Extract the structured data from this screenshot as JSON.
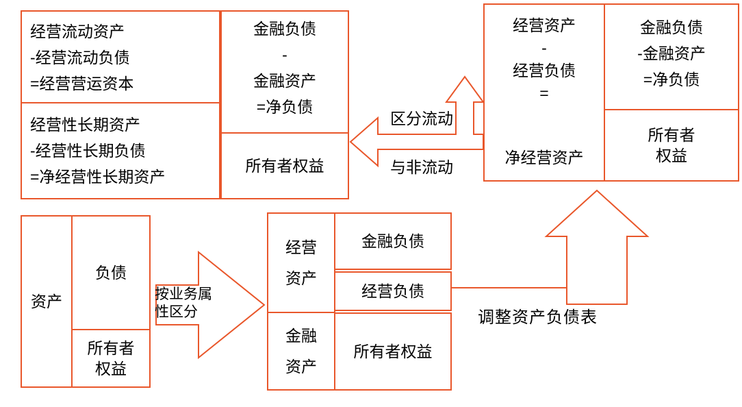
{
  "colors": {
    "accent": "#e9572b",
    "text": "#000000",
    "background": "#ffffff"
  },
  "top_left_group": {
    "operating_current_box": {
      "lines": [
        "经营流动资产",
        "-经营流动负债",
        "=经营营运资本"
      ]
    },
    "operating_longterm_box": {
      "lines": [
        "经营性长期资产",
        "-经营性长期负债",
        "=净经营性长期资产"
      ]
    }
  },
  "top_middle_group": {
    "net_debt_box": {
      "lines": [
        "金融负债",
        "-",
        "金融资产",
        "=净负债"
      ]
    },
    "owners_equity_box": {
      "label": "所有者权益"
    }
  },
  "current_noncurrent_arrow": {
    "label_top": "区分流动",
    "label_bottom": "与非流动"
  },
  "top_right_group": {
    "net_operating_assets_box": {
      "lines": [
        "经营资产",
        "-",
        "经营负债",
        "="
      ],
      "result": "净经营资产"
    },
    "net_debt_box": {
      "lines": [
        "金融负债",
        "-金融资产",
        "=净负债"
      ]
    },
    "owners_equity_box": {
      "lines": [
        "所有者",
        "权益"
      ]
    }
  },
  "bottom_left_group": {
    "assets_box": {
      "label": "资产"
    },
    "liabilities_box": {
      "label": "负债"
    },
    "owners_equity_box": {
      "lines": [
        "所有者",
        "权益"
      ]
    }
  },
  "business_attribute_arrow": {
    "label_lines": [
      "按业务属",
      "性区分"
    ]
  },
  "bottom_middle_group": {
    "operating_assets_box": {
      "lines": [
        "经营",
        "资产"
      ]
    },
    "financial_assets_box": {
      "lines": [
        "金融",
        "资产"
      ]
    },
    "financial_liabilities_box": {
      "label": "金融负债"
    },
    "operating_liabilities_box": {
      "label": "经营负债"
    },
    "owners_equity_box": {
      "label": "所有者权益"
    }
  },
  "adjust_arrow": {
    "label": "调整资产负债表"
  }
}
